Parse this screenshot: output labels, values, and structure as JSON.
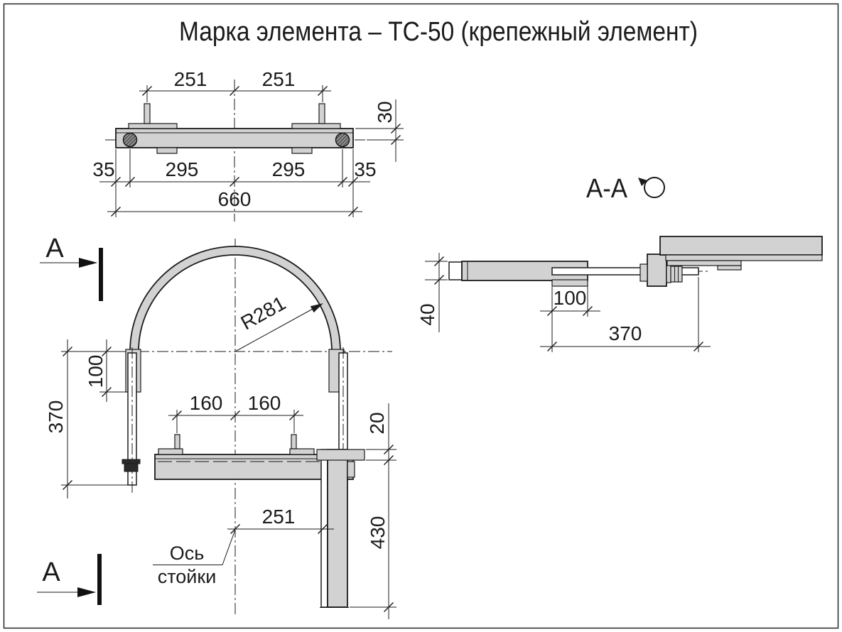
{
  "title": "Марка элемента – ТС-50 (крепежный элемент)",
  "colors": {
    "part_fill": "#d2d2d2",
    "line": "#1b1b1b",
    "background": "#ffffff"
  },
  "top_view": {
    "dim_251_left": "251",
    "dim_251_right": "251",
    "dim_30": "30",
    "dim_35_left": "35",
    "dim_295_left": "295",
    "dim_295_right": "295",
    "dim_35_right": "35",
    "dim_660": "660"
  },
  "section_view": {
    "label": "А-А",
    "dim_40": "40",
    "dim_100": "100",
    "dim_370": "370"
  },
  "front_view": {
    "cut_letter_top": "А",
    "cut_letter_bottom": "А",
    "radius": "R281",
    "dim_100": "100",
    "dim_370": "370",
    "dim_160_left": "160",
    "dim_160_right": "160",
    "dim_20": "20",
    "dim_251": "251",
    "dim_430": "430",
    "axis_label_line1": "Ось",
    "axis_label_line2": "стойки"
  }
}
